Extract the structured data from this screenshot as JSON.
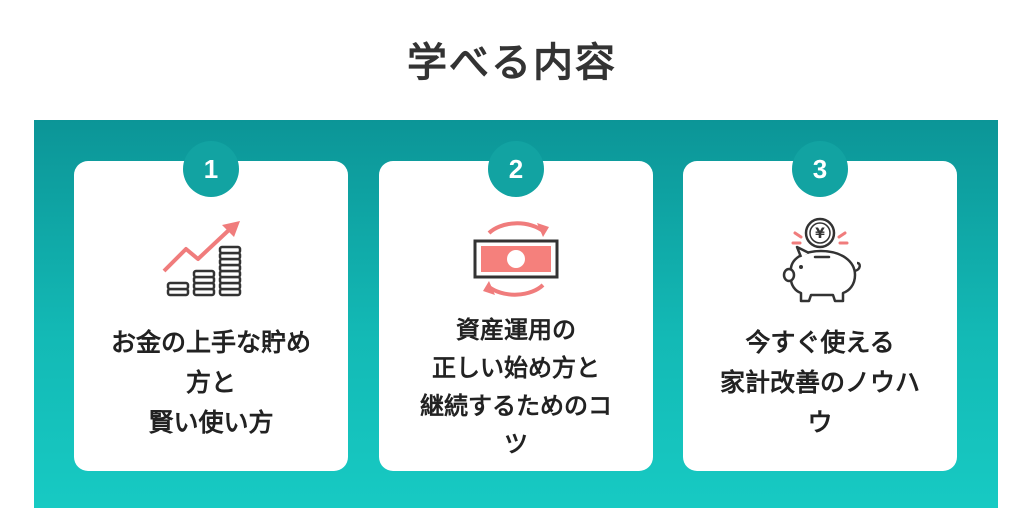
{
  "section": {
    "title": "学べる内容"
  },
  "cards": [
    {
      "number": "1",
      "icon": "rising-coins-icon",
      "lines": [
        "お金の上手な貯め",
        "方と",
        "賢い使い方"
      ]
    },
    {
      "number": "2",
      "icon": "money-cycle-icon",
      "lines": [
        "資産運用の",
        "正しい始め方と",
        "継続するためのコ",
        "ツ"
      ]
    },
    {
      "number": "3",
      "icon": "piggy-bank-yen-icon",
      "lines": [
        "今すぐ使える",
        "家計改善のノウハ",
        "ウ"
      ]
    }
  ],
  "colors": {
    "band_top": "#0c9597",
    "band_bottom": "#17cac3",
    "badge": "#12a3a2",
    "accent_pink": "#f07c7c"
  }
}
